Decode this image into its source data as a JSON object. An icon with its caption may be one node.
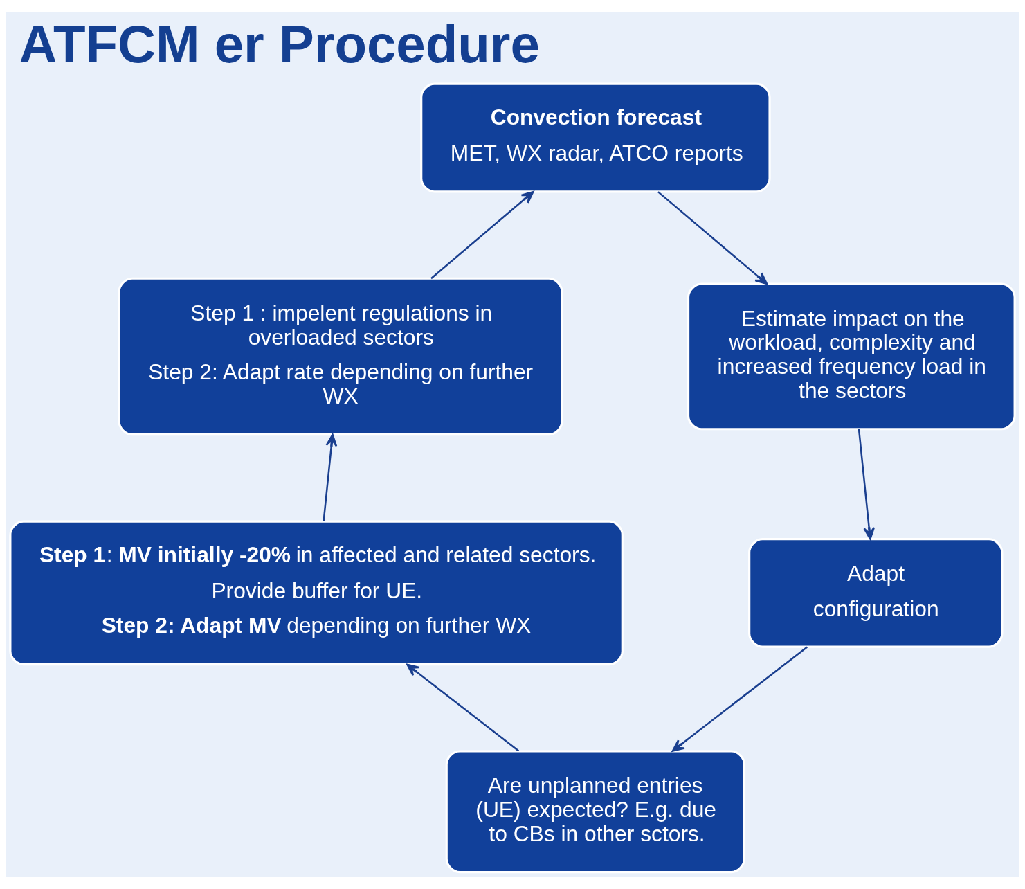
{
  "diagram": {
    "title": "ATFCM er Procedure",
    "nodes": [
      {
        "text": [
          "Convection forecast",
          "MET, WX radar, ATCO reports"
        ]
      },
      {
        "text": [
          "Estimate impact on the workload, complexity and increased frequency load in the sectors"
        ]
      },
      {
        "text": [
          "Adapt",
          "configuration"
        ]
      },
      {
        "text": [
          "Are unplanned entries (UE) expected? E.g. due to CBs in other sctors."
        ]
      },
      {
        "text": [
          "**Step 1**: **MV initially -20%** in affected and related sectors.",
          "Provide buffer for UE.",
          "**Step 2: Adapt MV** depending on further WX"
        ]
      },
      {
        "text": [
          "Step 1 : impelent regulations in overloaded sectors",
          "Step 2: Adapt rate depending on further WX"
        ]
      }
    ],
    "edges": [
      {
        "from": 0,
        "to": 1,
        "arrow": "to"
      },
      {
        "from": 1,
        "to": 2,
        "arrow": "to"
      },
      {
        "from": 2,
        "to": 3,
        "arrow": "to"
      },
      {
        "from": 3,
        "to": 4,
        "arrow": "to"
      },
      {
        "from": 4,
        "to": 5,
        "arrow": "to"
      },
      {
        "from": 5,
        "to": 0,
        "arrow": "to"
      }
    ]
  }
}
